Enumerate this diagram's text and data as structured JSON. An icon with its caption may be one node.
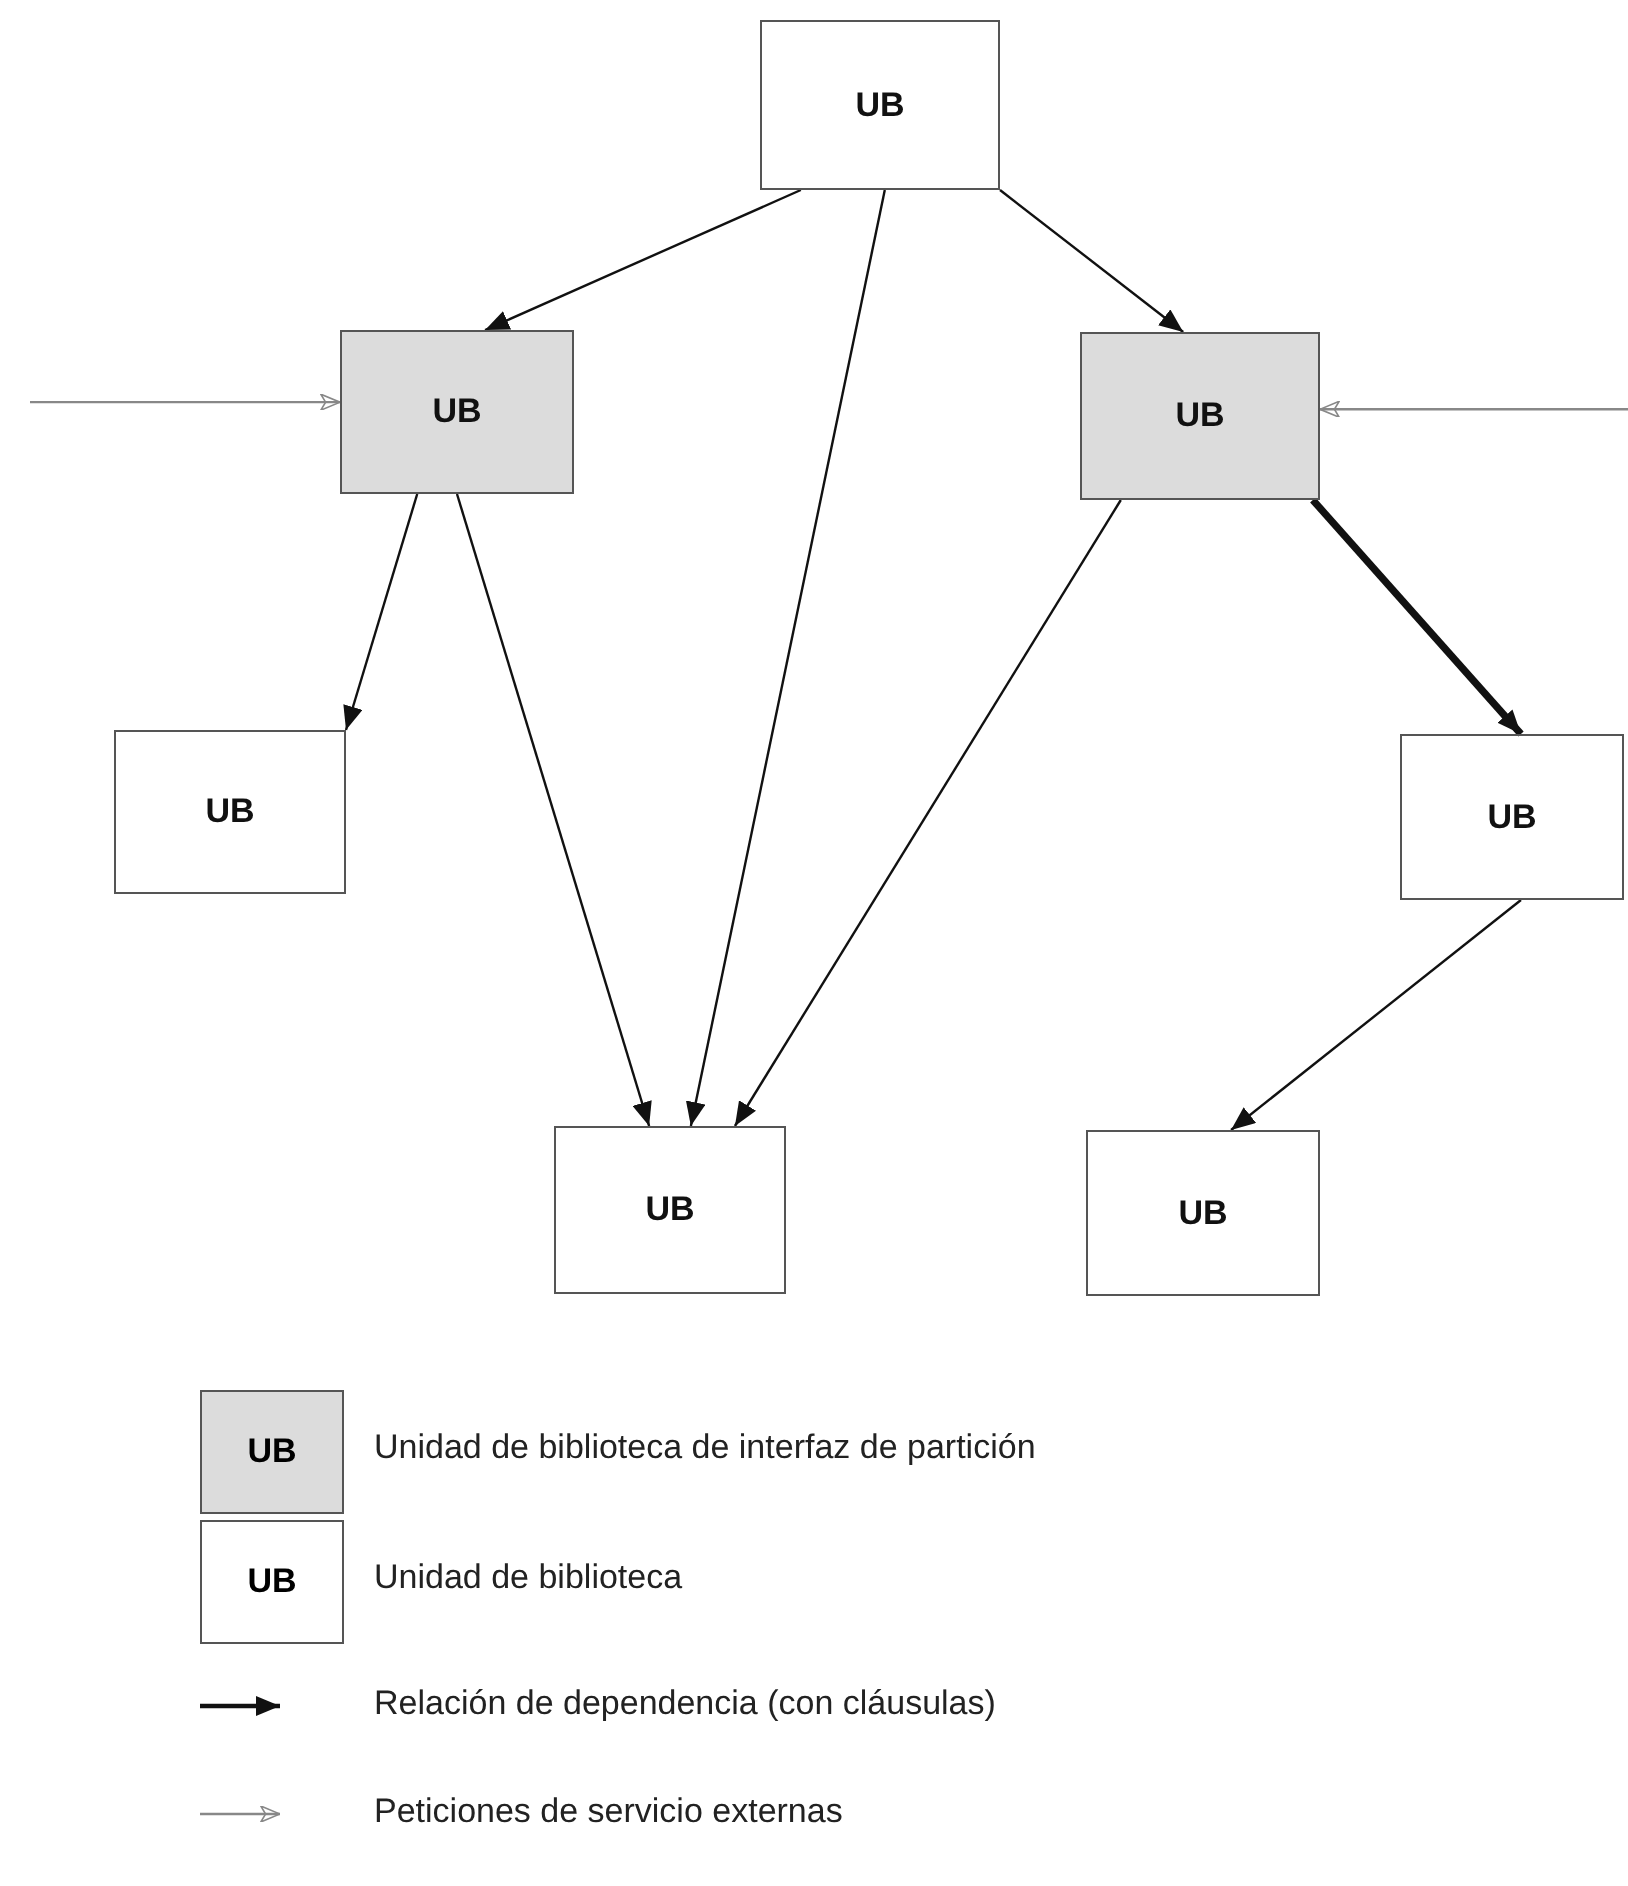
{
  "diagram": {
    "nodes": [
      {
        "text": [
          "UB"
        ]
      },
      {
        "text": [
          "UB"
        ]
      },
      {
        "text": [
          "UB"
        ]
      },
      {
        "text": [
          "UB"
        ]
      },
      {
        "text": [
          "UB"
        ]
      },
      {
        "text": [
          "UB"
        ]
      },
      {
        "text": [
          "UB"
        ]
      }
    ],
    "edges": [
      {
        "from": 0,
        "to": 1,
        "arrow": "to"
      },
      {
        "from": 0,
        "to": 5,
        "arrow": "to"
      },
      {
        "from": 0,
        "to": 2,
        "arrow": "to"
      },
      {
        "from": 1,
        "to": 3,
        "arrow": "to"
      },
      {
        "from": 1,
        "to": 5,
        "arrow": "to"
      },
      {
        "from": 2,
        "to": 5,
        "arrow": "to"
      },
      {
        "from": 2,
        "to": 4,
        "arrow": "to",
        "style": "thick"
      },
      {
        "from": 4,
        "to": 6,
        "arrow": "to"
      },
      {
        "from": null,
        "to": 1,
        "arrow": "to",
        "color": "#888888"
      },
      {
        "from": null,
        "to": 2,
        "arrow": "to",
        "color": "#888888"
      }
    ],
    "labels": [
      "UB",
      "UB"
    ],
    "legend": [
      {
        "text": "Unidad de biblioteca de interfaz de partición",
        "color": "#dcdcdc"
      },
      {
        "text": "Unidad de biblioteca",
        "color": "#ffffff"
      },
      {
        "text": "Relación de dependencia (con cláusulas)"
      },
      {
        "text": "Peticiones de servicio externas"
      }
    ]
  }
}
